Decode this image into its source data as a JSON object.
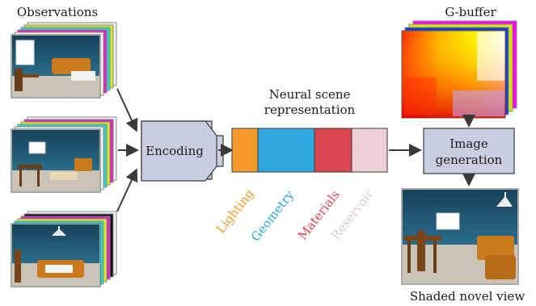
{
  "labels": {
    "observations": "Observations",
    "encoding": "Encoding",
    "neural_line1": "Neural scene",
    "neural_line2": "representation",
    "gbuffer": "G-buffer",
    "image_gen_line1": "Image",
    "image_gen_line2": "generation",
    "shaded": "Shaded novel view"
  },
  "representation_segments": [
    {
      "name": "Lighting",
      "color": "#f39a2a"
    },
    {
      "name": "Geometry",
      "color": "#2ea8df"
    },
    {
      "name": "Materials",
      "color": "#d8474f"
    },
    {
      "name": "Reservoir",
      "color": "#eecfd3"
    }
  ],
  "colors": {
    "box_fill": "#c9cfe0",
    "box_stroke": "#3a3a3a",
    "arrow": "#3a3a3a",
    "room_wall": "#1f4f68",
    "room_floor": "#c7c2b4",
    "sofa": "#c97a1d"
  }
}
